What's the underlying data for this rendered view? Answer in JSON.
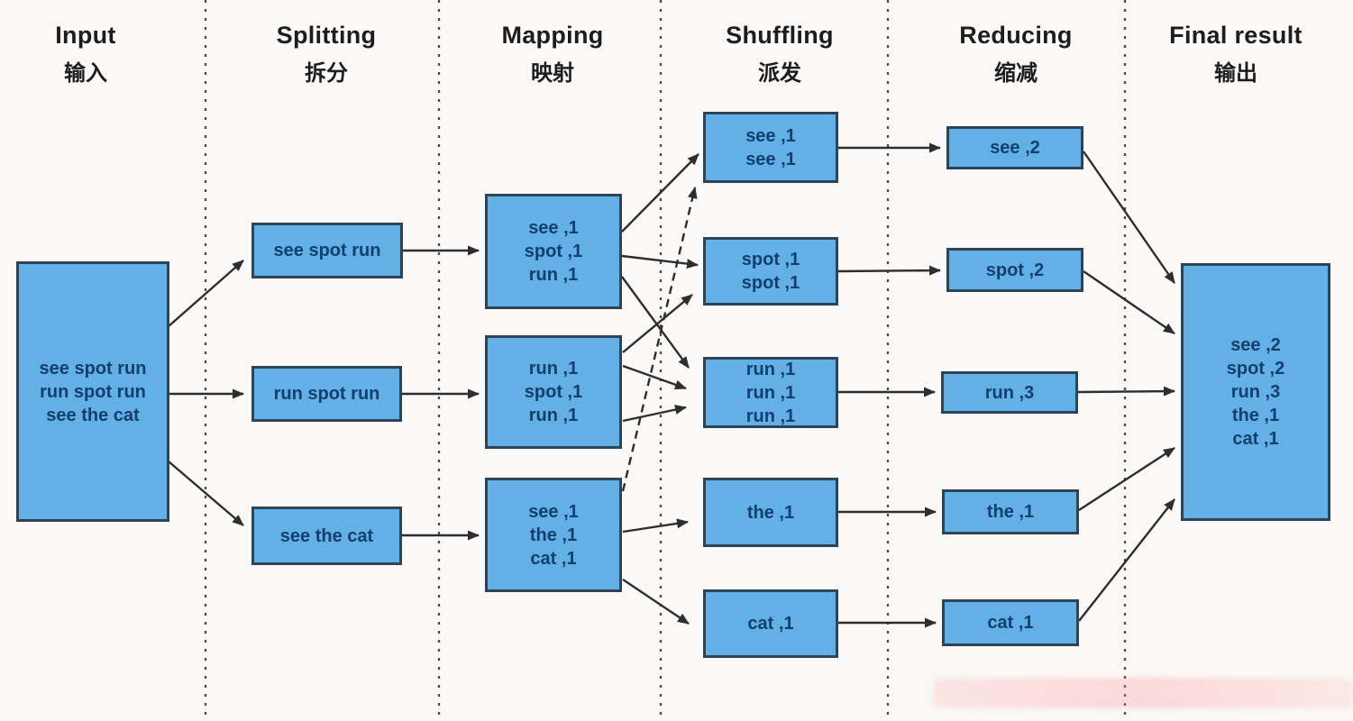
{
  "title": "MapReduce word count flow diagram",
  "headers": [
    {
      "en": "Input",
      "zh": "输入"
    },
    {
      "en": "Splitting",
      "zh": "拆分"
    },
    {
      "en": "Mapping",
      "zh": "映射"
    },
    {
      "en": "Shuffling",
      "zh": "派发"
    },
    {
      "en": "Reducing",
      "zh": "缩减"
    },
    {
      "en": "Final result",
      "zh": "输出"
    }
  ],
  "boxes": {
    "input": [
      "see spot run",
      "run spot run",
      "see the cat"
    ],
    "split1": [
      "see spot run"
    ],
    "split2": [
      "run spot run"
    ],
    "split3": [
      "see the cat"
    ],
    "map1": [
      "see ,1",
      "spot ,1",
      "run ,1"
    ],
    "map2": [
      "run ,1",
      "spot ,1",
      "run ,1"
    ],
    "map3": [
      "see ,1",
      "the ,1",
      "cat ,1"
    ],
    "shuffle1": [
      "see ,1",
      "see ,1"
    ],
    "shuffle2": [
      "spot ,1",
      "spot ,1"
    ],
    "shuffle3": [
      "run ,1",
      "run ,1",
      "run ,1"
    ],
    "shuffle4": [
      "the ,1"
    ],
    "shuffle5": [
      "cat ,1"
    ],
    "reduce1": [
      "see ,2"
    ],
    "reduce2": [
      "spot ,2"
    ],
    "reduce3": [
      "run ,3"
    ],
    "reduce4": [
      "the ,1"
    ],
    "reduce5": [
      "cat ,1"
    ],
    "final": [
      "see ,2",
      "spot ,2",
      "run ,3",
      "the ,1",
      "cat ,1"
    ]
  },
  "connections": [
    {
      "from": "input",
      "to": "split1"
    },
    {
      "from": "input",
      "to": "split2"
    },
    {
      "from": "input",
      "to": "split3"
    },
    {
      "from": "split1",
      "to": "map1"
    },
    {
      "from": "split2",
      "to": "map2"
    },
    {
      "from": "split3",
      "to": "map3"
    },
    {
      "from": "map1",
      "to": "shuffle1"
    },
    {
      "from": "map1",
      "to": "shuffle2"
    },
    {
      "from": "map1",
      "to": "shuffle3"
    },
    {
      "from": "map2",
      "to": "shuffle2"
    },
    {
      "from": "map2",
      "to": "shuffle3"
    },
    {
      "from": "map2",
      "to": "shuffle3"
    },
    {
      "from": "map3",
      "to": "shuffle1"
    },
    {
      "from": "map3",
      "to": "shuffle4"
    },
    {
      "from": "map3",
      "to": "shuffle5"
    },
    {
      "from": "shuffle1",
      "to": "reduce1"
    },
    {
      "from": "shuffle2",
      "to": "reduce2"
    },
    {
      "from": "shuffle3",
      "to": "reduce3"
    },
    {
      "from": "shuffle4",
      "to": "reduce4"
    },
    {
      "from": "shuffle5",
      "to": "reduce5"
    },
    {
      "from": "reduce1",
      "to": "final"
    },
    {
      "from": "reduce2",
      "to": "final"
    },
    {
      "from": "reduce3",
      "to": "final"
    },
    {
      "from": "reduce4",
      "to": "final"
    },
    {
      "from": "reduce5",
      "to": "final"
    }
  ],
  "colors": {
    "box_fill": "#63b0e6",
    "box_border": "#2d4356",
    "box_text": "#123f6e",
    "arrow": "#2e2e2e",
    "separator": "#4a4a4a",
    "header_text": "#1d1d1d",
    "background": "#faf9f7"
  }
}
